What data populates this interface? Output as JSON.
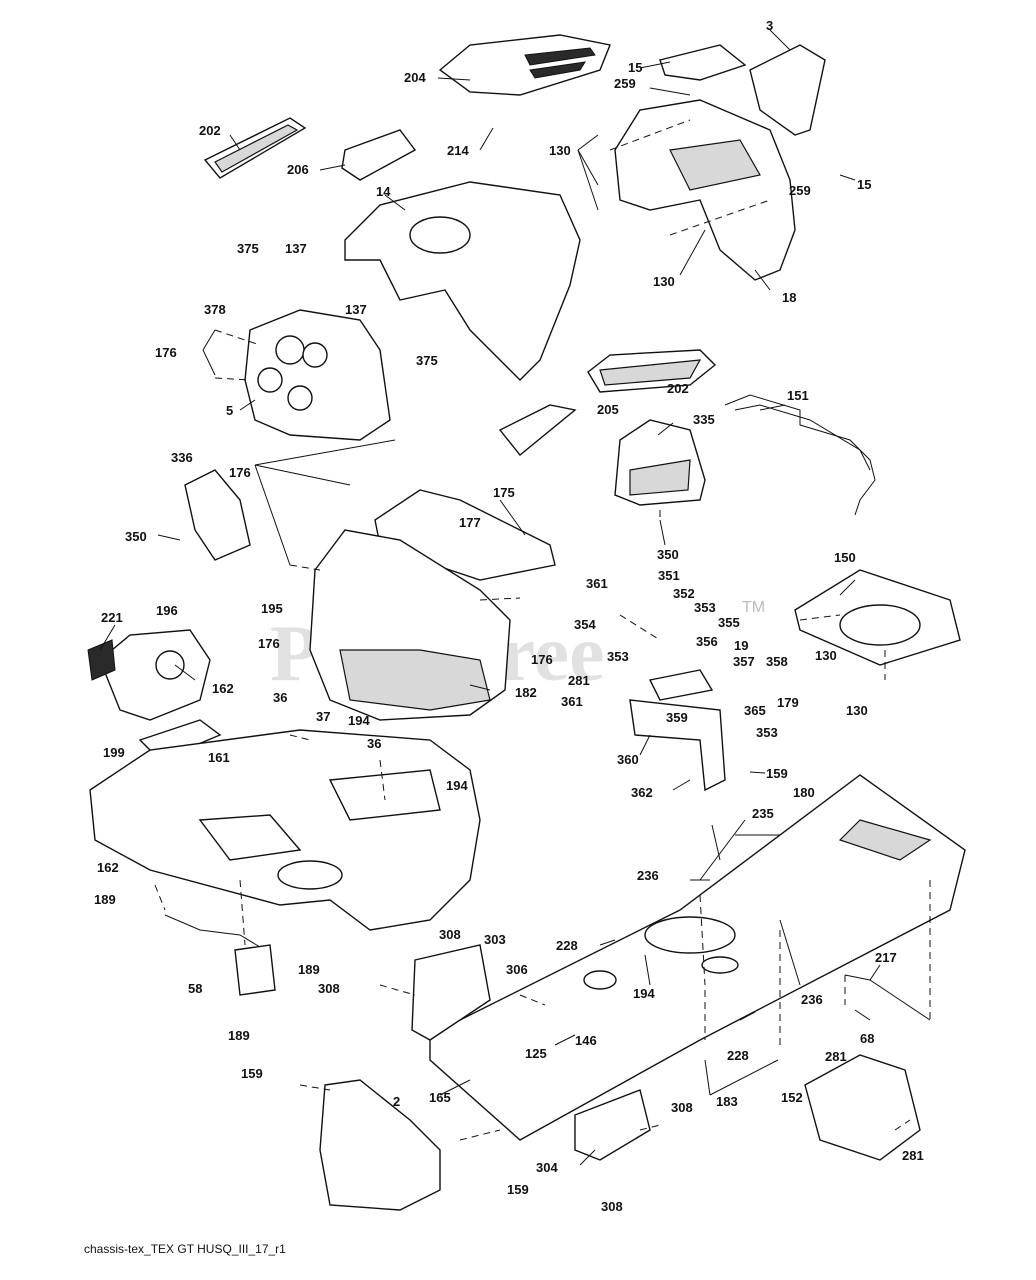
{
  "watermark": {
    "text": "PartsTree",
    "tm": "TM"
  },
  "caption": "chassis-tex_TEX GT HUSQ_III_17_r1",
  "callouts": [
    "3",
    "15",
    "204",
    "259",
    "202",
    "214",
    "130",
    "206",
    "15",
    "259",
    "14",
    "130",
    "18",
    "375",
    "137",
    "378",
    "137",
    "176",
    "375",
    "202",
    "5",
    "205",
    "151",
    "335",
    "176",
    "336",
    "175",
    "177",
    "350",
    "350",
    "195",
    "176",
    "176",
    "361",
    "351",
    "352",
    "353",
    "354",
    "355",
    "150",
    "221",
    "196",
    "356",
    "19",
    "357",
    "358",
    "353",
    "130",
    "162",
    "182",
    "281",
    "179",
    "361",
    "359",
    "365",
    "130",
    "36",
    "37",
    "194",
    "353",
    "36",
    "199",
    "194",
    "360",
    "159",
    "161",
    "362",
    "180",
    "235",
    "162",
    "236",
    "189",
    "228",
    "308",
    "303",
    "189",
    "306",
    "194",
    "236",
    "217",
    "58",
    "308",
    "68",
    "189",
    "228",
    "125",
    "146",
    "281",
    "159",
    "2",
    "183",
    "165",
    "308",
    "152",
    "304",
    "281",
    "159",
    "308"
  ]
}
